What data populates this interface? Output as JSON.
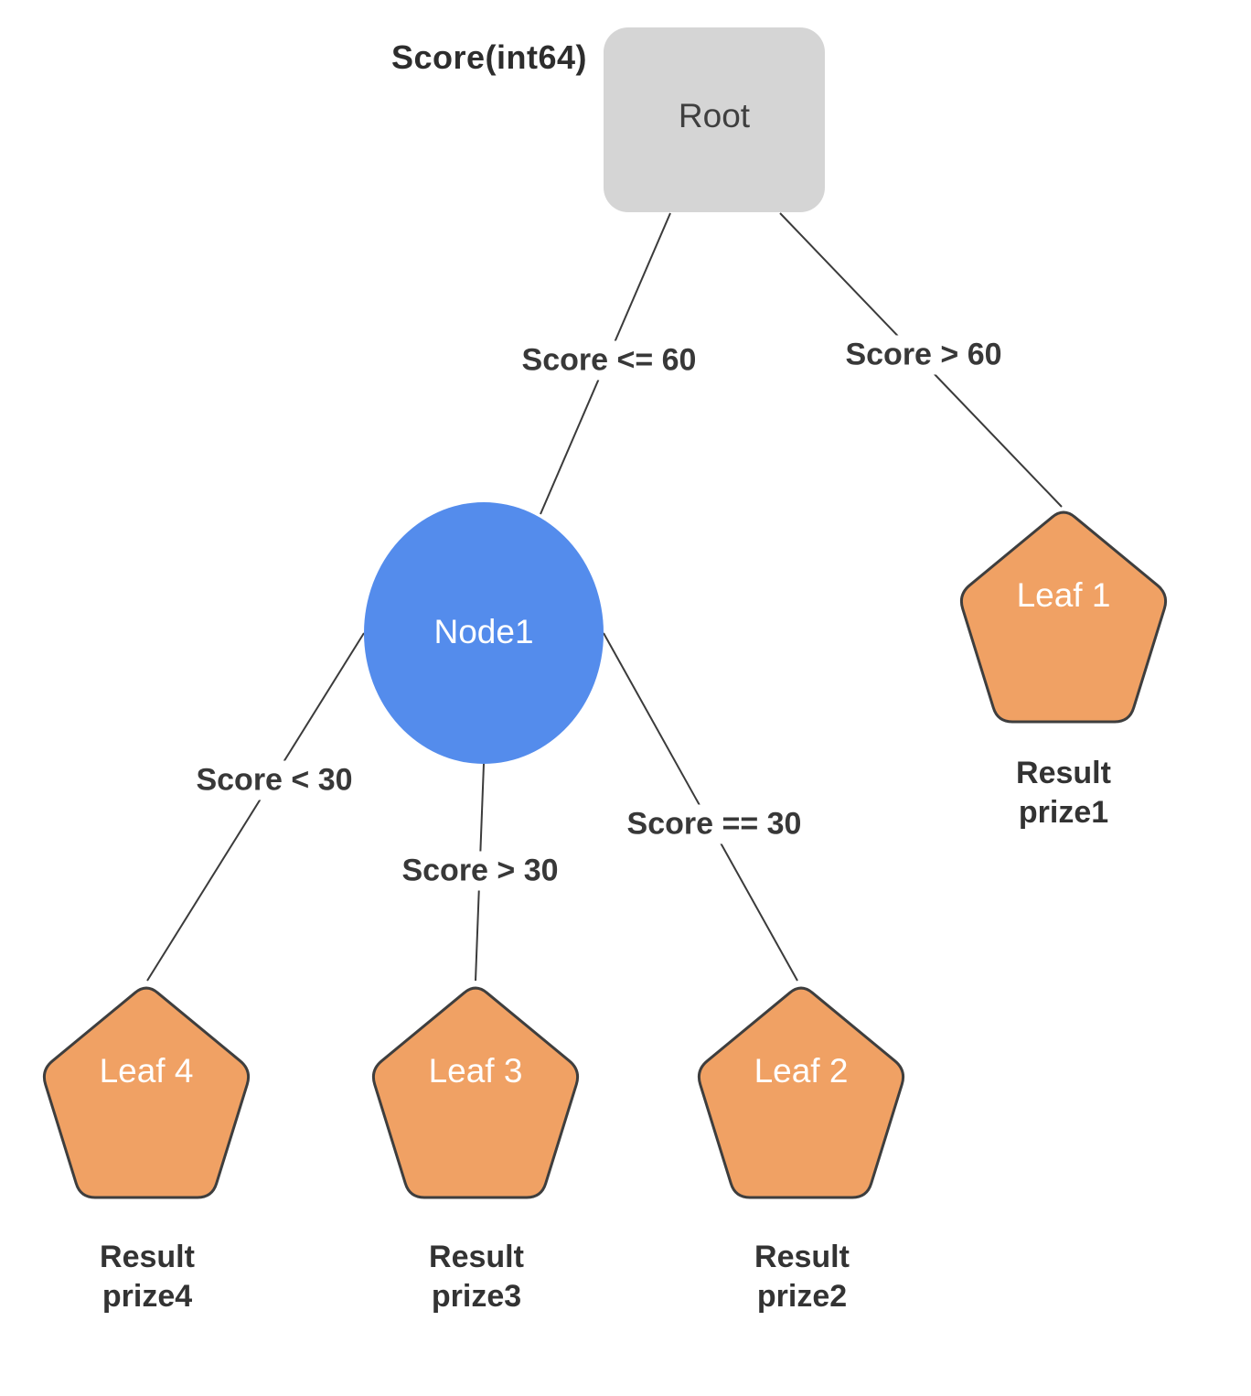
{
  "diagram": {
    "feature_label": "Score(int64)",
    "nodes": {
      "root": {
        "label": "Root",
        "shape": "rounded-rectangle",
        "fill": "#d5d5d5"
      },
      "node1": {
        "label": "Node1",
        "shape": "ellipse",
        "fill": "#548cec"
      },
      "leaf1": {
        "label": "Leaf 1",
        "shape": "pentagon",
        "fill": "#f0a164",
        "result_title": "Result",
        "result_value": "prize1"
      },
      "leaf2": {
        "label": "Leaf 2",
        "shape": "pentagon",
        "fill": "#f0a164",
        "result_title": "Result",
        "result_value": "prize2"
      },
      "leaf3": {
        "label": "Leaf 3",
        "shape": "pentagon",
        "fill": "#f0a164",
        "result_title": "Result",
        "result_value": "prize3"
      },
      "leaf4": {
        "label": "Leaf 4",
        "shape": "pentagon",
        "fill": "#f0a164",
        "result_title": "Result",
        "result_value": "prize4"
      }
    },
    "edges": [
      {
        "from": "Root",
        "to": "Node1",
        "label": "Score <= 60"
      },
      {
        "from": "Root",
        "to": "Leaf 1",
        "label": "Score > 60"
      },
      {
        "from": "Node1",
        "to": "Leaf 4",
        "label": "Score < 30"
      },
      {
        "from": "Node1",
        "to": "Leaf 3",
        "label": "Score > 30"
      },
      {
        "from": "Node1",
        "to": "Leaf 2",
        "label": "Score == 30"
      }
    ],
    "colors": {
      "leaf_fill": "#f0a164",
      "node_fill": "#548cec",
      "root_fill": "#d5d5d5",
      "shape_outline": "#3e3e3e",
      "edge_line": "#3b3b3b",
      "text_dark": "#333333",
      "text_light": "#ffffff"
    }
  }
}
